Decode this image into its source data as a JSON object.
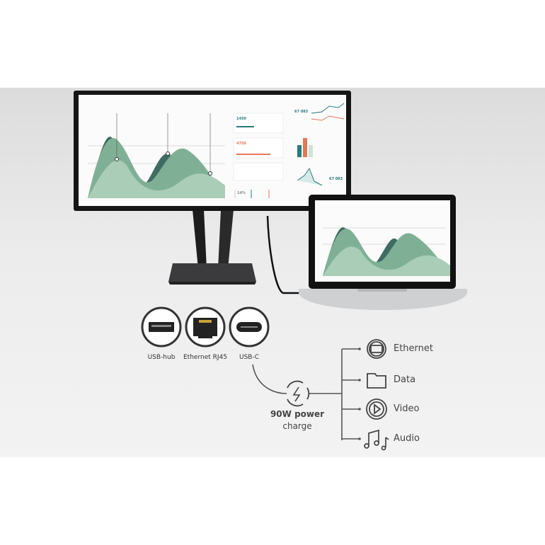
{
  "ports": [
    {
      "label": "USB-hub",
      "icon": "usb-a-port-icon"
    },
    {
      "label": "Ethernet RJ45",
      "icon": "rj45-port-icon"
    },
    {
      "label": "USB-C",
      "icon": "usb-c-port-icon"
    }
  ],
  "power": {
    "line1": "90W power",
    "line2": "charge",
    "icon": "power-charge-icon"
  },
  "outputs": [
    {
      "label": "Ethernet",
      "icon": "ethernet-icon"
    },
    {
      "label": "Data",
      "icon": "folder-icon"
    },
    {
      "label": "Video",
      "icon": "play-icon"
    },
    {
      "label": "Audio",
      "icon": "music-notes-icon"
    }
  ],
  "screen_stats": {
    "stat1": "1450",
    "stat2": "4750",
    "stat3": "67 083",
    "stat4": "67 083",
    "pct": "14%"
  },
  "colors": {
    "green_light": "#9cc4ad",
    "green_mid": "#7fb096",
    "green_dark": "#3f6b63",
    "orange": "#e07a55",
    "teal": "#2b7a7c"
  }
}
